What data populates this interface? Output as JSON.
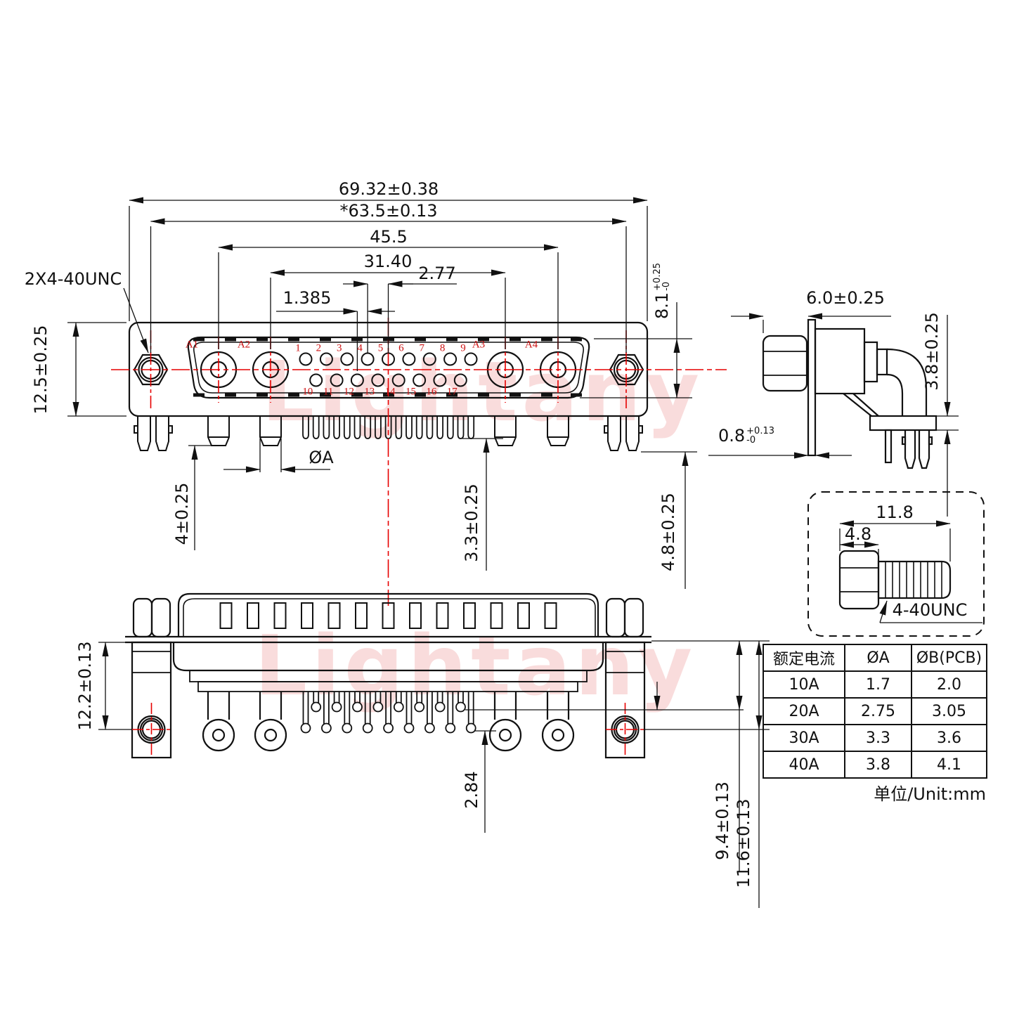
{
  "watermark": "Lightany",
  "top_view": {
    "thread_callout": "2X4-40UNC",
    "contact_labels": [
      "A1",
      "A2",
      "A3",
      "A4"
    ],
    "pin_labels_row1": [
      "1",
      "2",
      "3",
      "4",
      "5",
      "6",
      "7",
      "8",
      "9"
    ],
    "pin_labels_row2": [
      "10",
      "11",
      "12",
      "13",
      "14",
      "15",
      "16",
      "17"
    ],
    "dims": {
      "overall_width": "69.32±0.38",
      "mounting_width": "*63.5±0.13",
      "coax_span": "45.5",
      "inner_coax_span": "31.40",
      "pin_pitch": "2.77",
      "row_offset": "1.385",
      "flange_height": "12.5±0.25",
      "face_height": {
        "value": "8.1",
        "tol_plus": "+0.25",
        "tol_minus": "-0"
      },
      "coax_tail_length": "4±0.25",
      "coax_tail_dia": "ØA",
      "pin_tail_length": "3.3±0.25",
      "bracket_tail_length": "4.8±0.25"
    }
  },
  "side_view": {
    "dims": {
      "front_depth": "6.0±0.25",
      "bracket_height": "3.8±0.25",
      "flange_thickness": {
        "value": "0.8",
        "tol_plus": "+0.13",
        "tol_minus": "-0"
      }
    }
  },
  "bottom_view": {
    "dims": {
      "bracket_length": "12.2±0.13",
      "pin_row_offset": "2.84",
      "pin_length": "9.4±0.13",
      "hole_offset": "11.6±0.13"
    }
  },
  "screw_detail": {
    "dims": {
      "overall_length": "11.8",
      "head_length": "4.8"
    },
    "thread_label": "4-40UNC"
  },
  "spec_table": {
    "headers": [
      "额定电流",
      "ØA",
      "ØB(PCB)"
    ],
    "rows": [
      [
        "10A",
        "1.7",
        "2.0"
      ],
      [
        "20A",
        "2.75",
        "3.05"
      ],
      [
        "30A",
        "3.3",
        "3.6"
      ],
      [
        "40A",
        "3.8",
        "4.1"
      ]
    ],
    "unit_note": "单位/Unit:mm"
  },
  "colors": {
    "line": "#111111",
    "red": "#e60000",
    "watermark": "rgba(236,138,138,0.30)"
  }
}
